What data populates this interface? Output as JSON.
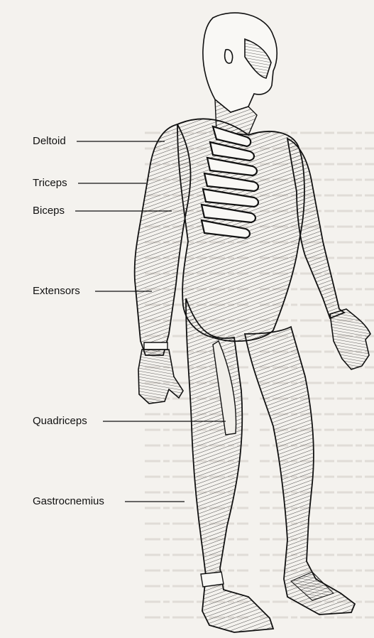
{
  "labels": {
    "deltoid": "Deltoid",
    "triceps": "Triceps",
    "biceps": "Biceps",
    "extensors": "Extensors",
    "quadriceps": "Quadriceps",
    "gastrocnemius": "Gastrocnemius"
  },
  "colors": {
    "background": "#f4f2ee",
    "ink": "#111111",
    "faint_text": "#c9c6c0"
  }
}
